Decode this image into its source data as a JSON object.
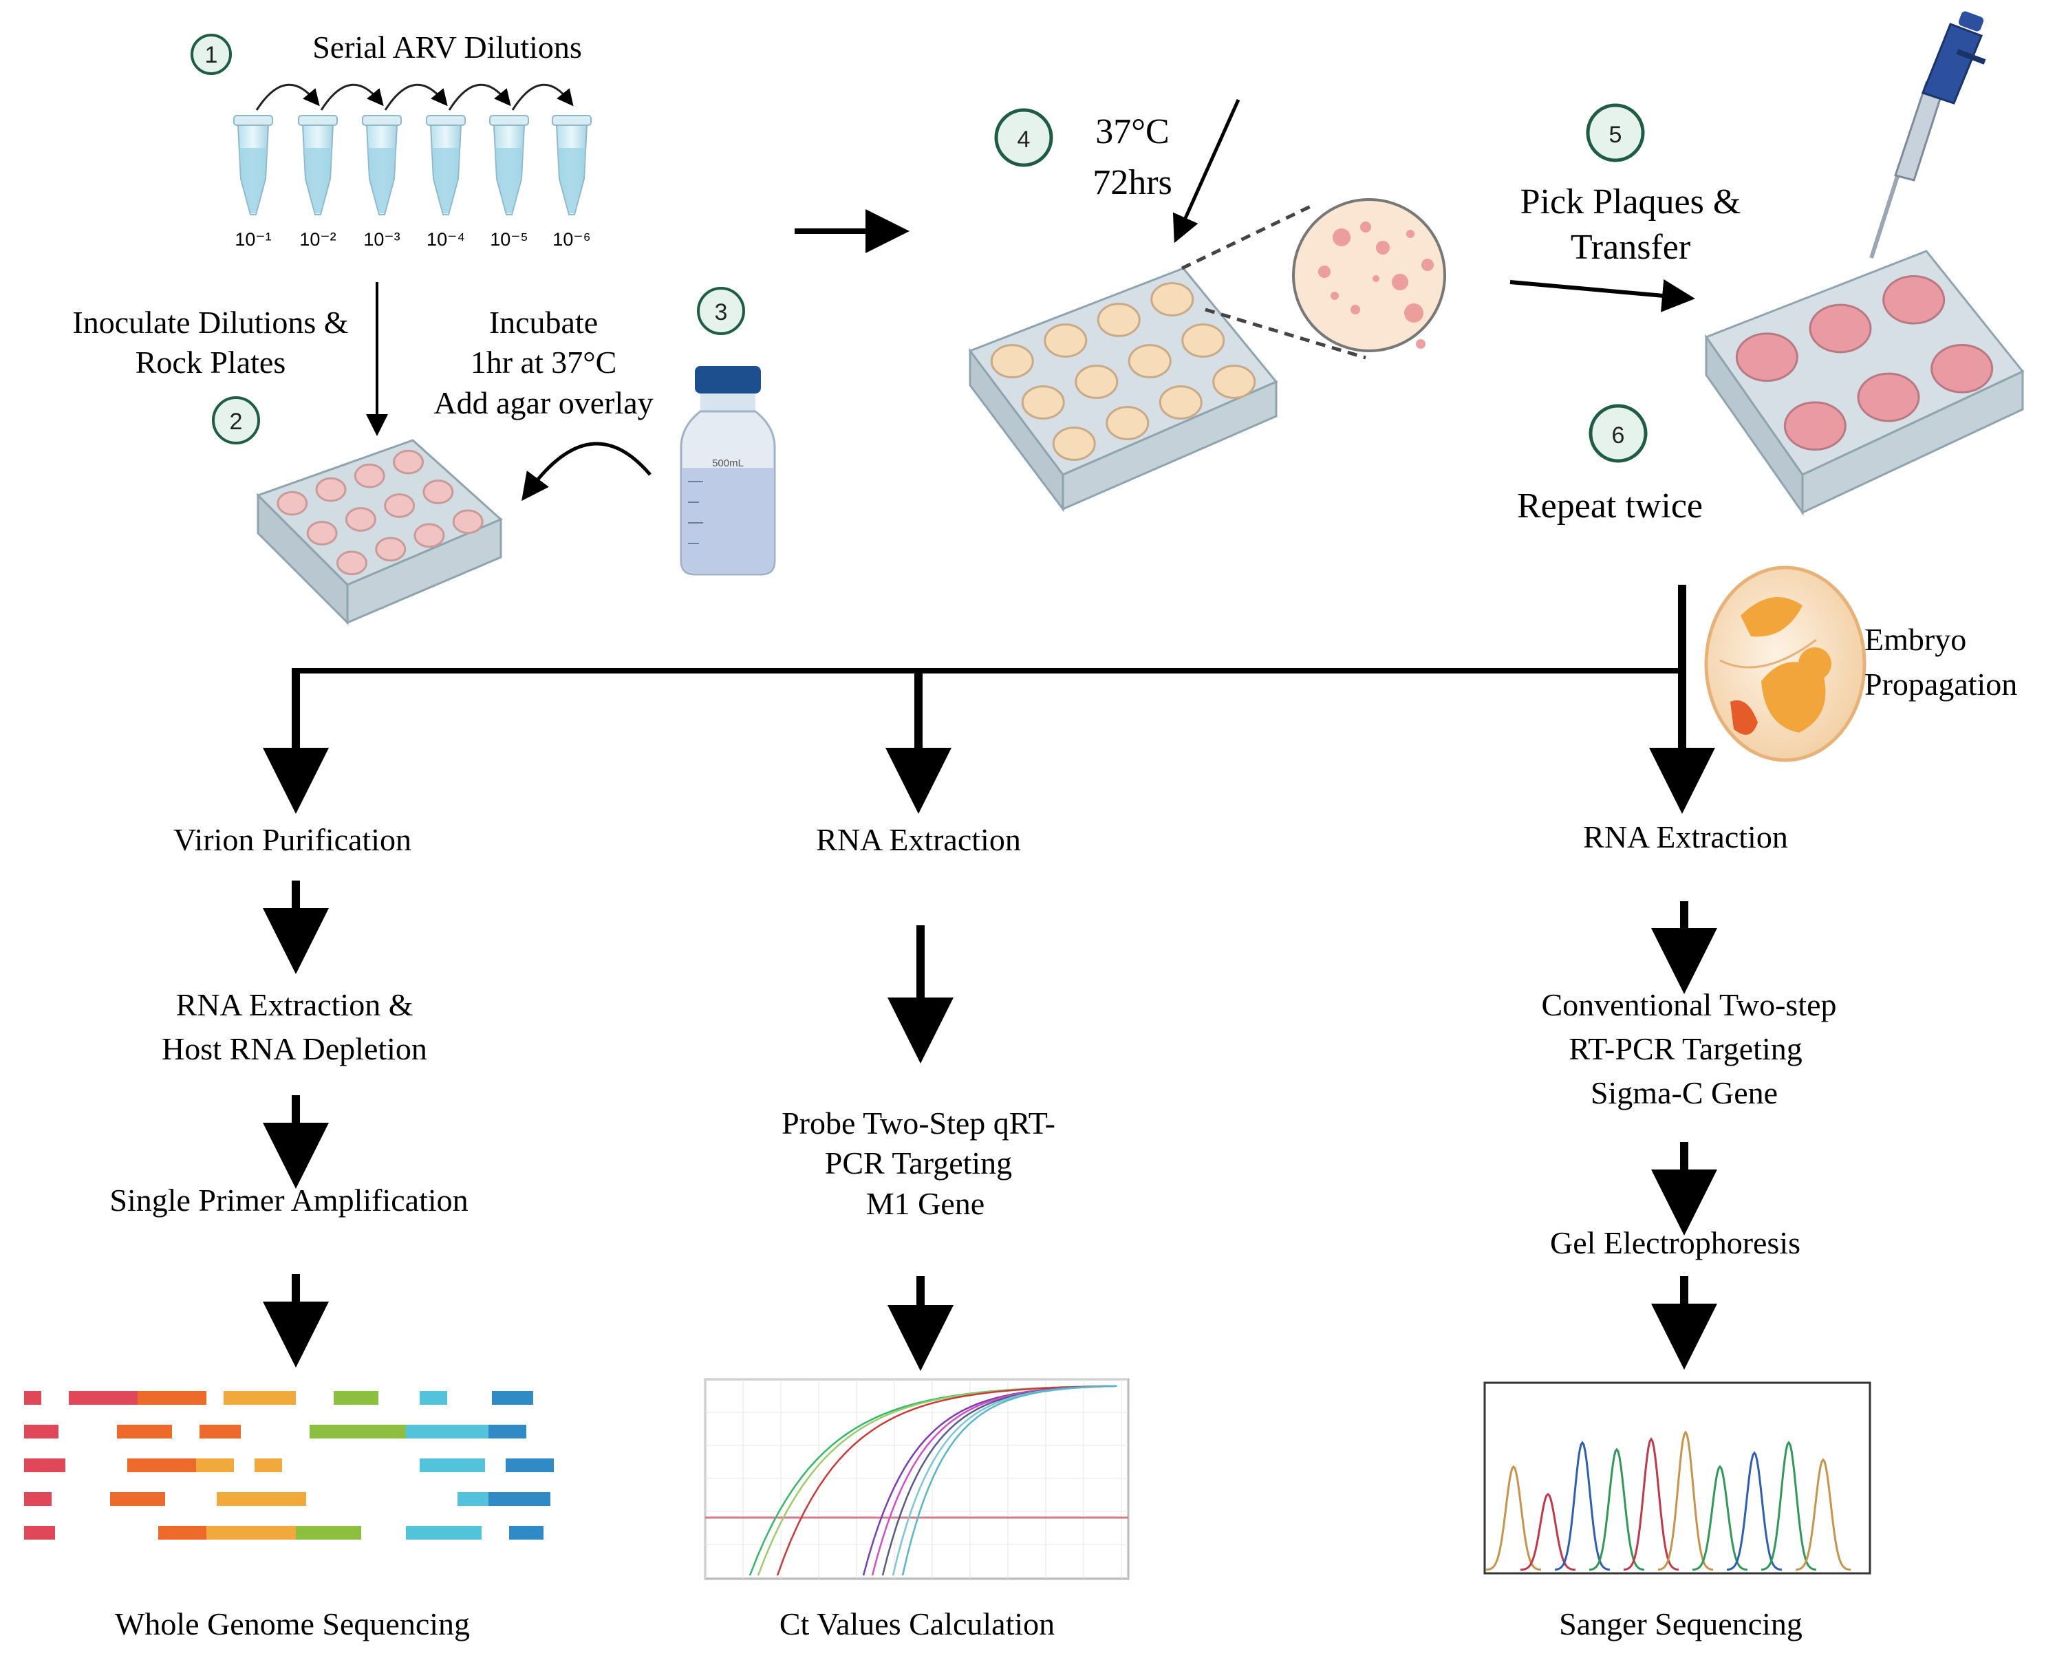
{
  "top": {
    "step1": {
      "num": "1",
      "title": "Serial ARV Dilutions",
      "dilutions": [
        "10⁻¹",
        "10⁻²",
        "10⁻³",
        "10⁻⁴",
        "10⁻⁵",
        "10⁻⁶"
      ]
    },
    "step2": {
      "num": "2",
      "label_line1": "Inoculate Dilutions &",
      "label_line2": "Rock Plates"
    },
    "step3": {
      "num": "3",
      "label_line1": "Incubate",
      "label_line2": "1hr at 37°C",
      "label_line3": "Add agar overlay",
      "bottle_mark": "500mL"
    },
    "step4": {
      "num": "4",
      "temp": "37°C",
      "time": "72hrs"
    },
    "step5": {
      "num": "5",
      "label_line1": "Pick Plaques &",
      "label_line2": "Transfer"
    },
    "step6": {
      "num": "6",
      "label": "Repeat twice"
    },
    "embryo": {
      "label_line1": "Embryo",
      "label_line2": "Propagation"
    }
  },
  "branches": {
    "left": {
      "step1": "Virion Purification",
      "step2_line1": "RNA Extraction &",
      "step2_line2": "Host RNA Depletion",
      "step3": "Single Primer Amplification",
      "result": "Whole Genome Sequencing"
    },
    "middle": {
      "step1": "RNA Extraction",
      "step2_line1": "Probe Two-Step qRT-",
      "step2_line2": "PCR Targeting",
      "step2_line3": "M1 Gene",
      "result": "Ct Values Calculation"
    },
    "right": {
      "step1": "RNA Extraction",
      "step2_line1": "Conventional Two-step",
      "step2_line2": "RT-PCR Targeting",
      "step2_line3": "Sigma-C Gene",
      "step3": "Gel Electrophoresis",
      "result": "Sanger Sequencing"
    }
  },
  "colors": {
    "circle_fill": "#e6f2ec",
    "circle_stroke": "#1f5c46",
    "plate": "#c9d6dc",
    "well_pink": "#f2c3c3",
    "well_peach": "#f6dcb8",
    "wgs_red": "#e0485a",
    "wgs_orange": "#ee6a2a",
    "wgs_yellow": "#f2a93b",
    "wgs_green": "#8cbf3f",
    "wgs_cyan": "#53c3dc",
    "wgs_blue": "#2f8ac6"
  }
}
